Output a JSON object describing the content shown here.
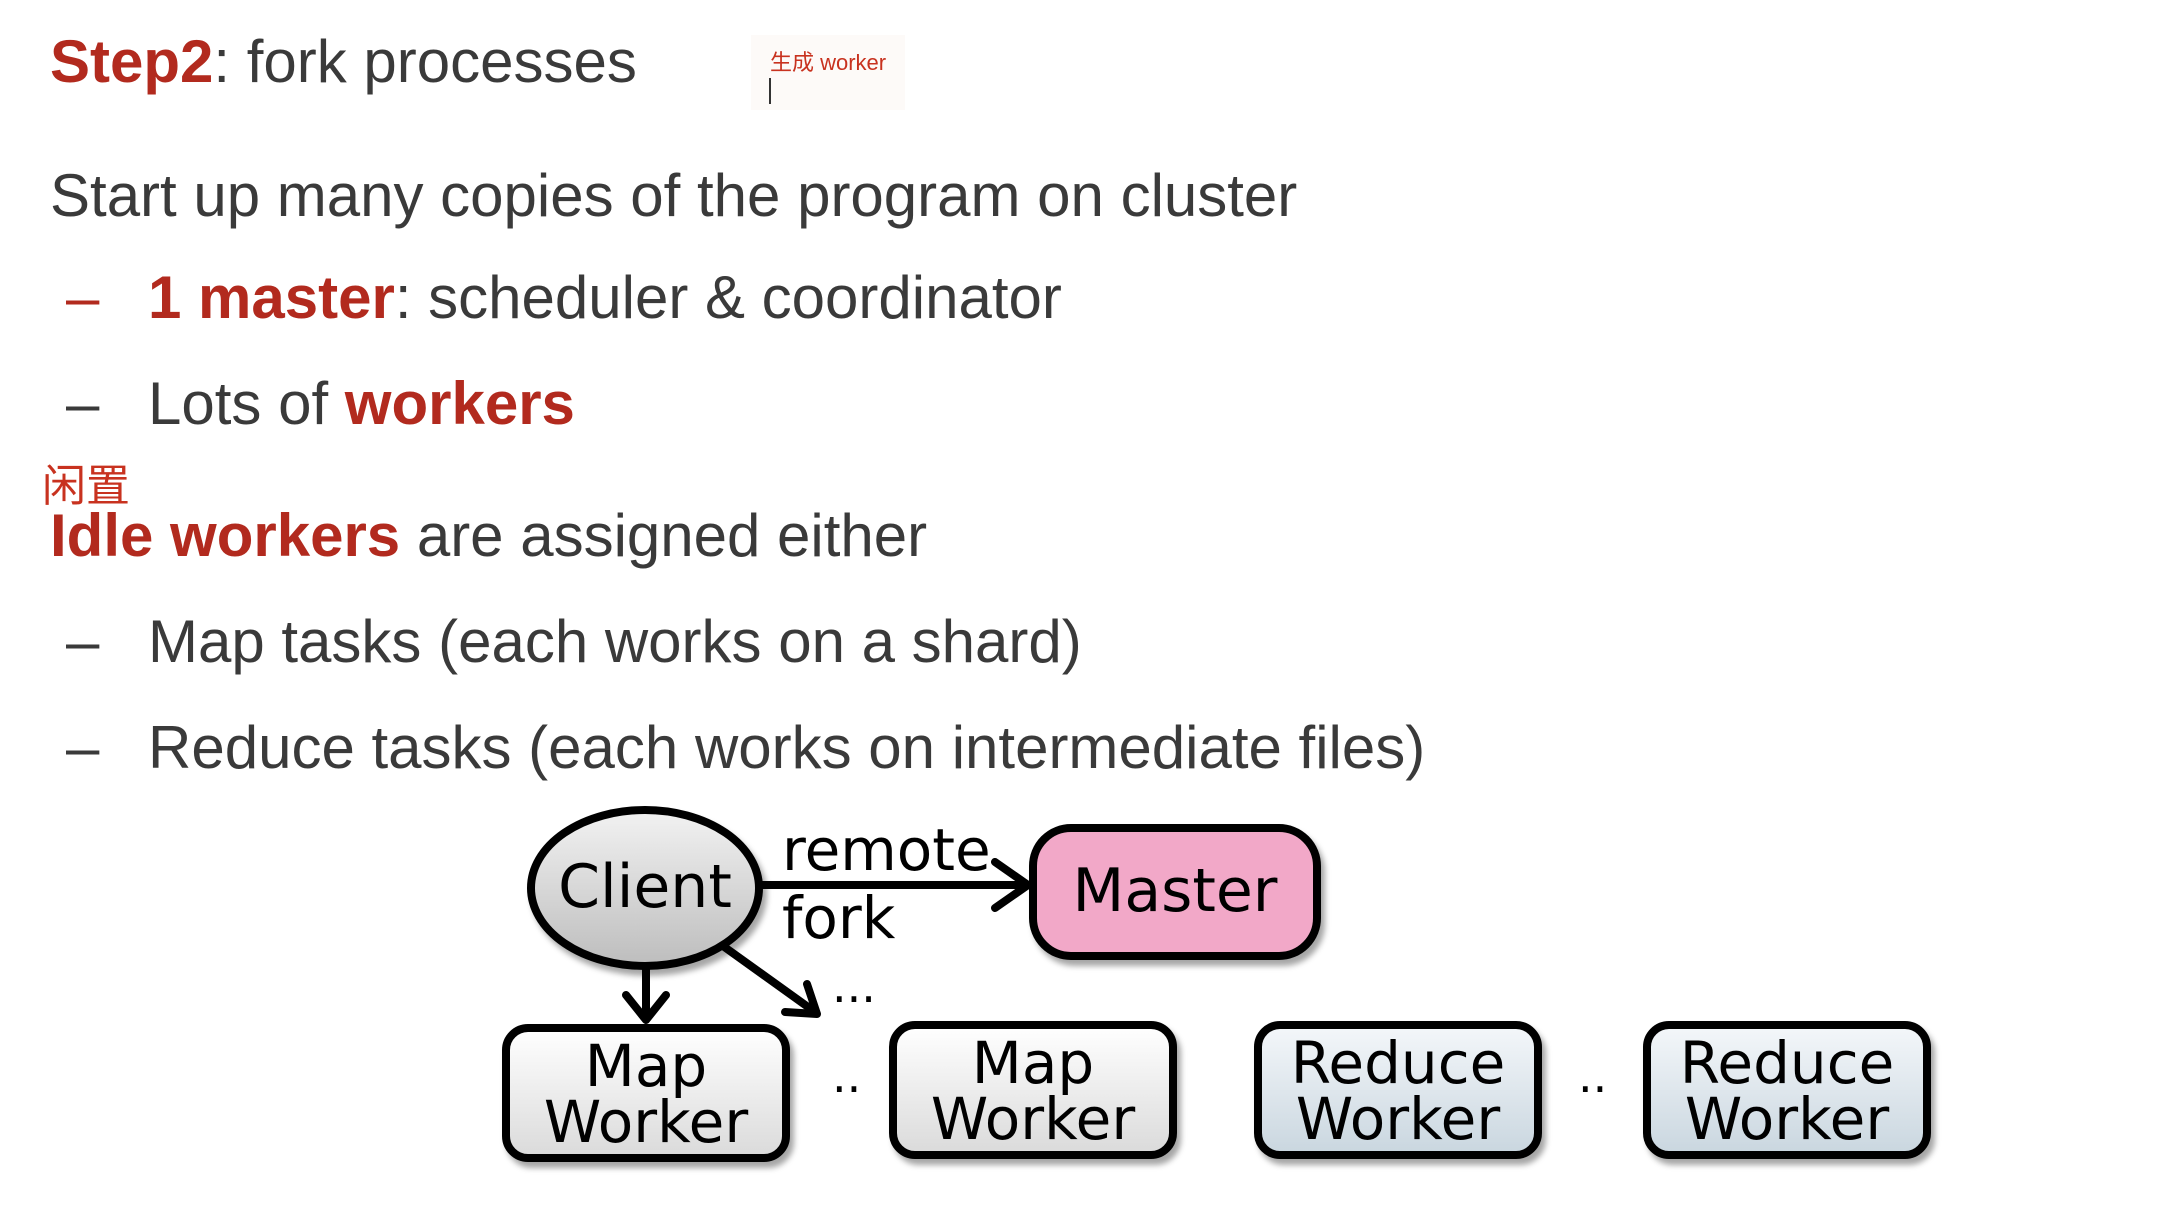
{
  "title": {
    "step": "Step2",
    "rest": ": fork processes"
  },
  "annotation": {
    "note": "生成 worker",
    "chinese_note": "闲置"
  },
  "section1": {
    "heading": "Start up many copies of the program on cluster",
    "bullets": [
      {
        "dash": "–",
        "bold": "1 master",
        "text": ": scheduler & coordinator"
      },
      {
        "dash": "–",
        "text": "Lots of ",
        "bold": "workers"
      }
    ]
  },
  "section2": {
    "bold": "Idle workers",
    "text": " are assigned either",
    "bullets": [
      {
        "dash": "–",
        "text": "Map tasks (each works on a shard)"
      },
      {
        "dash": "–",
        "text": "Reduce tasks (each works on intermediate files)"
      }
    ]
  },
  "diagram": {
    "client": "Client",
    "master": "Master",
    "edge_label_top": "remote",
    "edge_label_bottom": "fork",
    "ellipsis": "...",
    "gap_dots": "..",
    "map_worker_line1": "Map",
    "map_worker_line2": "Worker",
    "reduce_worker_line1": "Reduce",
    "reduce_worker_line2": "Worker",
    "colors": {
      "master_fill": "#f2a8c8",
      "client_fill": "#d8d8d8",
      "reduce_fill": "#dfe7ed",
      "map_fill": "#ececec"
    }
  }
}
